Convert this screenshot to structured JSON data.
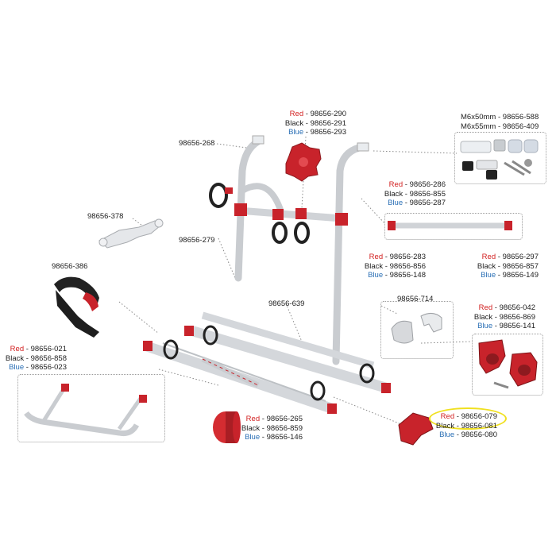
{
  "colors": {
    "red": "#d21f1f",
    "blue": "#2a6fb5",
    "frame": "#c9ccd0",
    "part_red": "#c8232b",
    "highlight": "#f0e020"
  },
  "parts": {
    "p268": "98656-268",
    "p378": "98656-378",
    "p279": "98656-279",
    "p386": "98656-386",
    "p639": "98656-639",
    "p714": "98656-714",
    "knob": [
      {
        "c": "Red",
        "n": "98656-290"
      },
      {
        "c": "Black",
        "n": "98656-291"
      },
      {
        "c": "Blue",
        "n": "98656-293"
      }
    ],
    "screws": [
      {
        "c": "M6x50mm",
        "n": "98656-588"
      },
      {
        "c": "M6x55mm",
        "n": "98656-409"
      }
    ],
    "bar_top": [
      {
        "c": "Red",
        "n": "98656-286"
      },
      {
        "c": "Black",
        "n": "98656-855"
      },
      {
        "c": "Blue",
        "n": "98656-287"
      }
    ],
    "bar_left": [
      {
        "c": "Red",
        "n": "98656-283"
      },
      {
        "c": "Black",
        "n": "98656-856"
      },
      {
        "c": "Blue",
        "n": "98656-148"
      }
    ],
    "bar_right": [
      {
        "c": "Red",
        "n": "98656-297"
      },
      {
        "c": "Black",
        "n": "98656-857"
      },
      {
        "c": "Blue",
        "n": "98656-149"
      }
    ],
    "clamp": [
      {
        "c": "Red",
        "n": "98656-042"
      },
      {
        "c": "Black",
        "n": "98656-869"
      },
      {
        "c": "Blue",
        "n": "98656-141"
      }
    ],
    "frame": [
      {
        "c": "Red",
        "n": "98656-021"
      },
      {
        "c": "Black",
        "n": "98656-858"
      },
      {
        "c": "Blue",
        "n": "98656-023"
      }
    ],
    "cap": [
      {
        "c": "Red",
        "n": "98656-265"
      },
      {
        "c": "Black",
        "n": "98656-859"
      },
      {
        "c": "Blue",
        "n": "98656-146"
      }
    ],
    "holder": [
      {
        "c": "Red",
        "n": "98656-079"
      },
      {
        "c": "Black",
        "n": "98656-081"
      },
      {
        "c": "Blue",
        "n": "98656-080"
      }
    ]
  }
}
